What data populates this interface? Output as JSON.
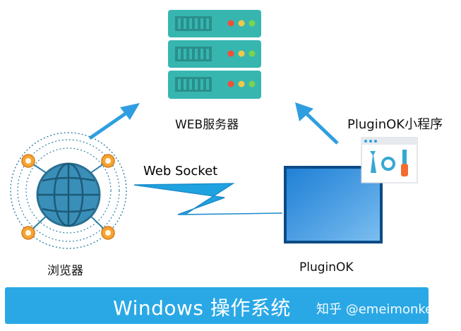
{
  "nodes": {
    "server": "WEB服务器",
    "browser": "浏览器",
    "pluginok": "PluginOK",
    "plugin_program": "PluginOK小程序"
  },
  "connections": {
    "websocket": "Web Socket"
  },
  "footer": {
    "title": "Windows 操作系统"
  },
  "watermark": "知乎 @emeimonkey",
  "colors": {
    "server_body": "#37b6b0",
    "server_dark": "#2a8f8b",
    "arrow": "#2f9ee0",
    "globe": "#2f7fa6",
    "node_orange": "#f5a431",
    "window_blue": "#2a8fe0",
    "footer": "#2aa8e6"
  },
  "icons": [
    "server-icon",
    "globe-icon",
    "window-icon",
    "tools-icon",
    "lightning-icon"
  ]
}
